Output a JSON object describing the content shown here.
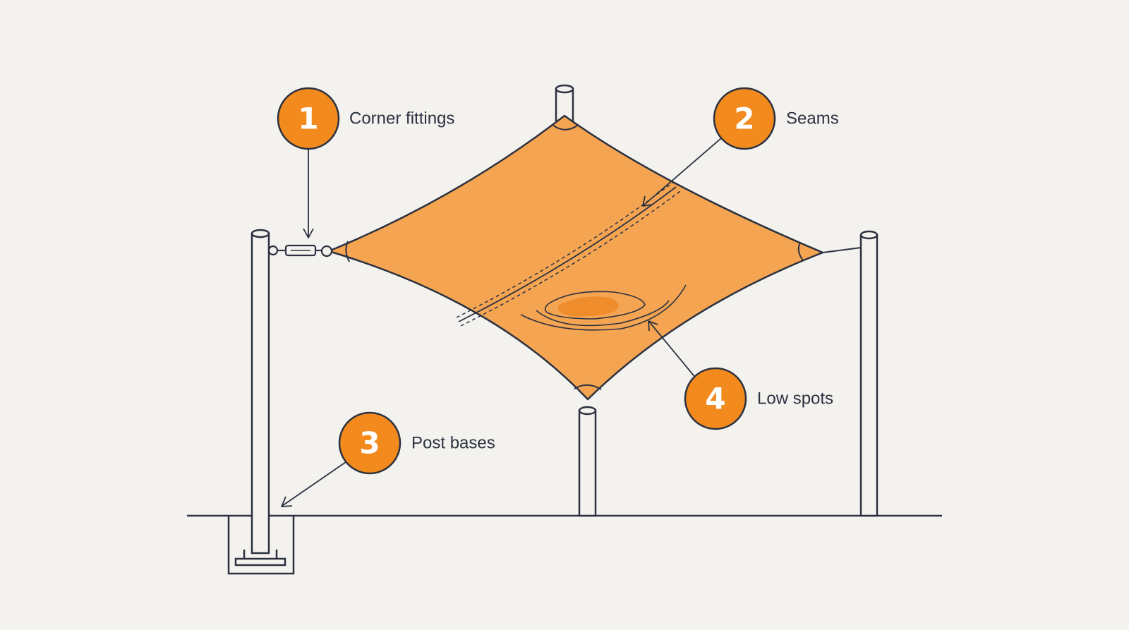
{
  "colors": {
    "background": "#f4f2ee",
    "stroke": "#2b3140",
    "sail_fill": "#f5a552",
    "callout_fill": "#f28a1e",
    "callout_border": "#2b3140",
    "puddle": "#ee8b2a",
    "text": "#2b3140"
  },
  "icons": {
    "post": "post-icon",
    "turnbuckle": "turnbuckle-icon",
    "puddle": "puddle-icon"
  },
  "callouts": [
    {
      "number": "1",
      "label": "Corner fittings"
    },
    {
      "number": "2",
      "label": "Seams"
    },
    {
      "number": "3",
      "label": "Post bases"
    },
    {
      "number": "4",
      "label": "Low spots"
    }
  ]
}
